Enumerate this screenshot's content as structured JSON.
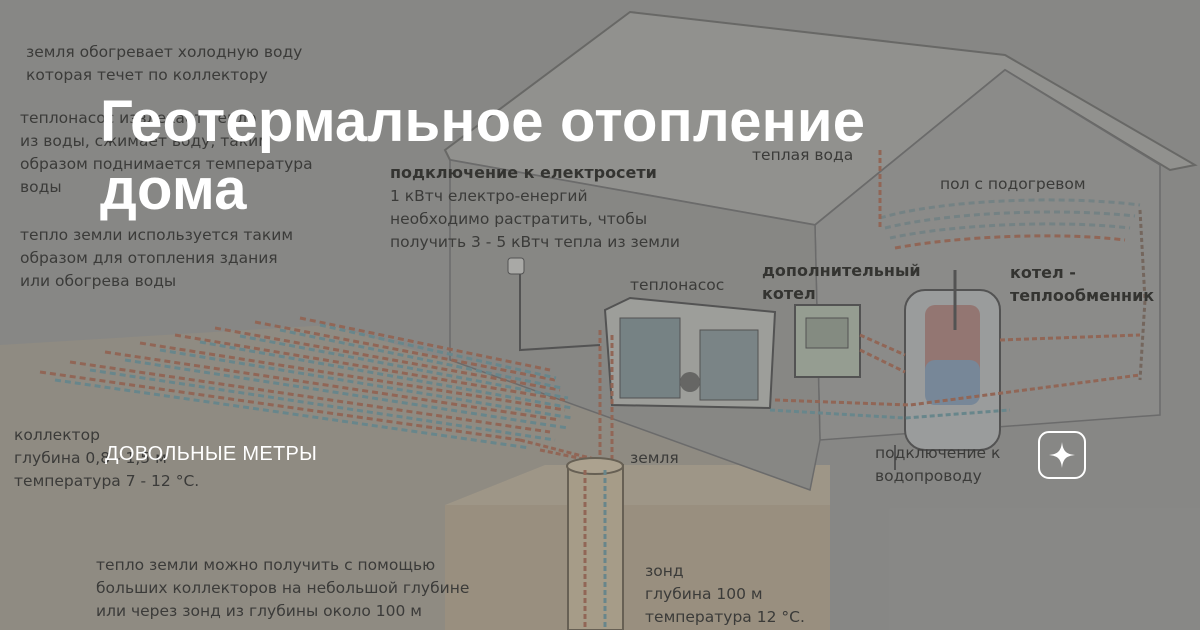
{
  "title": {
    "line1": "Геотермальное отопление",
    "line2": "дома"
  },
  "source_label": "ДОВОЛЬНЫЕ МЕТРЫ",
  "logo_icon": "four-point-star-icon",
  "diagram_labels": {
    "earth_heats_1": "земля обогревает холодную воду",
    "earth_heats_2": "которая течет по коллектору",
    "pump_1": "теплонасос извлекает тепло",
    "pump_2": "из воды, сжимает воду, таким",
    "pump_3": "образом поднимается температура",
    "pump_4": "воды",
    "heat_use_1": "тепло земли используется таким",
    "heat_use_2": "образом для отопления здания",
    "heat_use_3": "или обогрева воды",
    "electric_1": "подключение к електросети",
    "electric_2": "1 кВтч електро-енергий",
    "electric_3": "необходимо растратить, чтобы",
    "electric_4": "получить 3 - 5 кВтч тепла из земли",
    "warm_water": "теплая вода",
    "floor_heat": "пол с подогревом",
    "heat_pump": "теплонасос",
    "extra_boiler_1": "дополнительный",
    "extra_boiler_2": "котел",
    "boiler_exchanger_1": "котел -",
    "boiler_exchanger_2": "теплообменник",
    "collector_1": "коллектор",
    "collector_2": "глубина 0,8 - 1,5 м",
    "collector_3": "температура 7 - 12 °C.",
    "earth": "земля",
    "water_supply_1": "подключение к",
    "water_supply_2": "водопроводу",
    "probe_note_1": "тепло земли можно получить с помощью",
    "probe_note_2": "больших коллекторов на небольшой глубине",
    "probe_note_3": "или через зонд из глубины около 100 м",
    "probe_1": "зонд",
    "probe_2": "глубина 100 м",
    "probe_3": "температура 12 °C."
  },
  "colors": {
    "overlay_text": "#ffffff",
    "warm_pipe": "#9a6a58",
    "cold_pipe": "#6d8e94",
    "house_wall": "#8d8d8a",
    "ground": "#9b9587"
  }
}
